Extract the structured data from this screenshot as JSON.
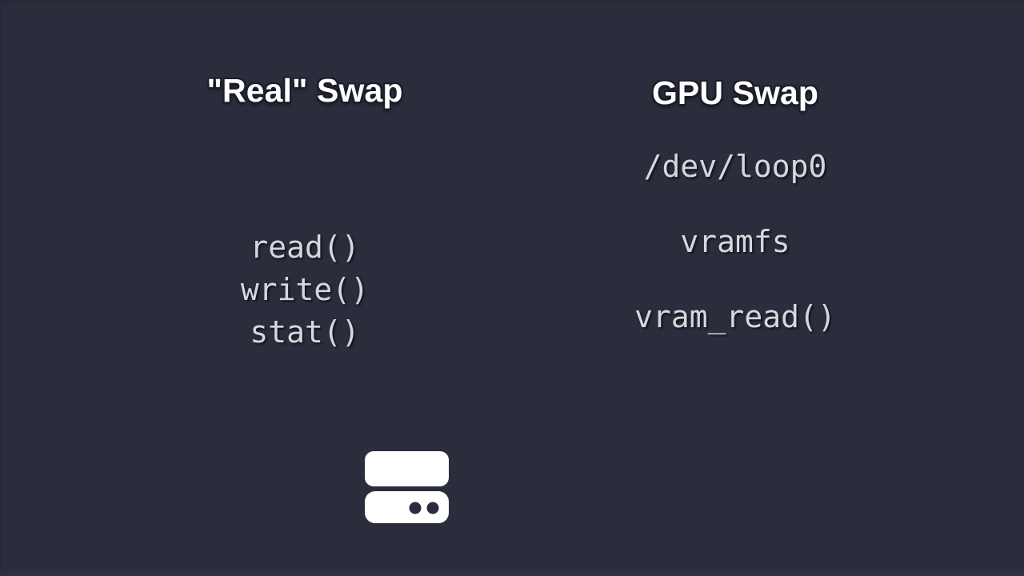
{
  "slide": {
    "background_color": "#2a2d3c",
    "text_color": "#d6d7dd",
    "heading_color": "#ffffff",
    "icon_color": "#ffffff"
  },
  "columns": [
    {
      "id": "real-swap",
      "heading": "\"Real\" Swap",
      "lines": [
        "read()",
        "write()",
        "stat()"
      ],
      "icon": {
        "name": "hard-drive-icon",
        "label": "hard drive"
      }
    },
    {
      "id": "gpu-swap",
      "heading": "GPU Swap",
      "lines": [
        "/dev/loop0",
        "vramfs",
        "vram_read()"
      ]
    }
  ]
}
